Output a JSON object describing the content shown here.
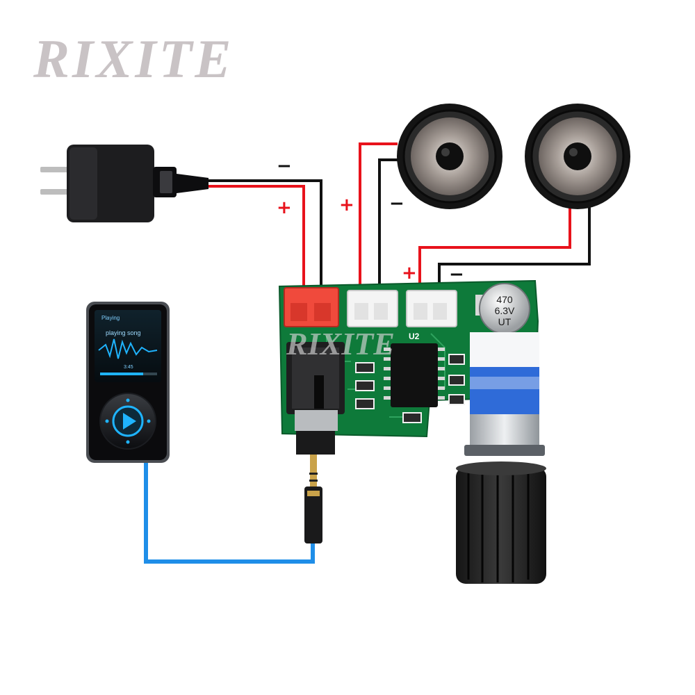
{
  "brand": {
    "logo_text": "RIXITE",
    "board_watermark": "RIXITE"
  },
  "polarity": {
    "plus": "+",
    "minus": "−"
  },
  "capacitor": {
    "value": "470",
    "voltage": "6.3V",
    "series": "UT"
  },
  "board": {
    "chip_label": "U2"
  },
  "player": {
    "menu": "Playing",
    "song": "playing song",
    "time": "3:45"
  },
  "colors": {
    "positive_wire": "#e8121b",
    "negative_wire": "#111111",
    "audio_cable": "#1f8ee8",
    "pcb": "#0e7a3a",
    "connector_red": "#f04a3c",
    "connector_white": "#f4f4f4"
  },
  "icons": [
    "usb-power-adapter-icon",
    "speaker-icon",
    "speaker-icon",
    "mp3-player-icon",
    "aux-plug-icon",
    "volume-knob-icon"
  ]
}
